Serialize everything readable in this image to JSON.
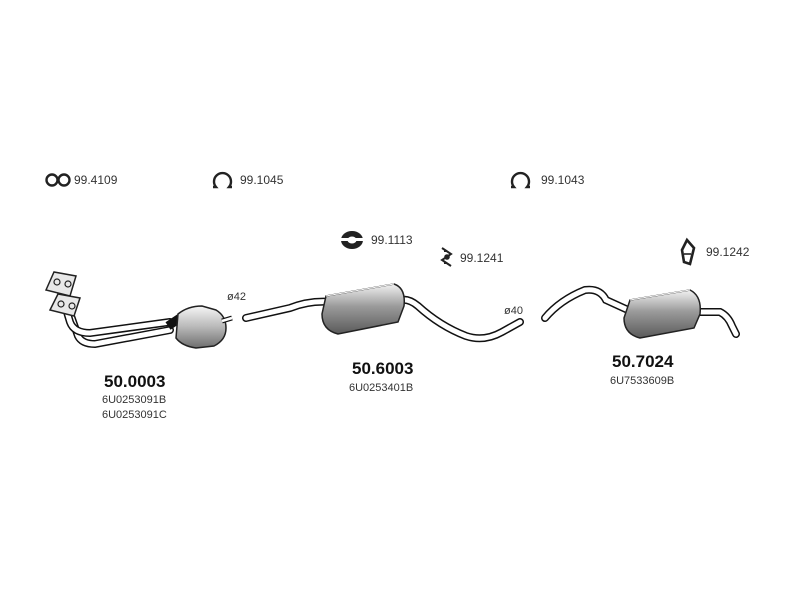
{
  "accessories": [
    {
      "code": "99.4109",
      "icon": "double-ring-clamp-icon"
    },
    {
      "code": "99.1045",
      "icon": "u-bolt-clamp-icon"
    },
    {
      "code": "99.1043",
      "icon": "u-bolt-clamp-icon"
    },
    {
      "code": "99.1113",
      "icon": "rubber-ring-mount-icon"
    },
    {
      "code": "99.1241",
      "icon": "bracket-mount-icon"
    },
    {
      "code": "99.1242",
      "icon": "rubber-hanger-icon"
    }
  ],
  "diameters": [
    "ø42",
    "ø40"
  ],
  "parts": [
    {
      "number": "50.0003",
      "oem": [
        "6U0253091B",
        "6U0253091C"
      ]
    },
    {
      "number": "50.6003",
      "oem": [
        "6U0253401B"
      ]
    },
    {
      "number": "50.7024",
      "oem": [
        "6U7533609B"
      ]
    }
  ]
}
